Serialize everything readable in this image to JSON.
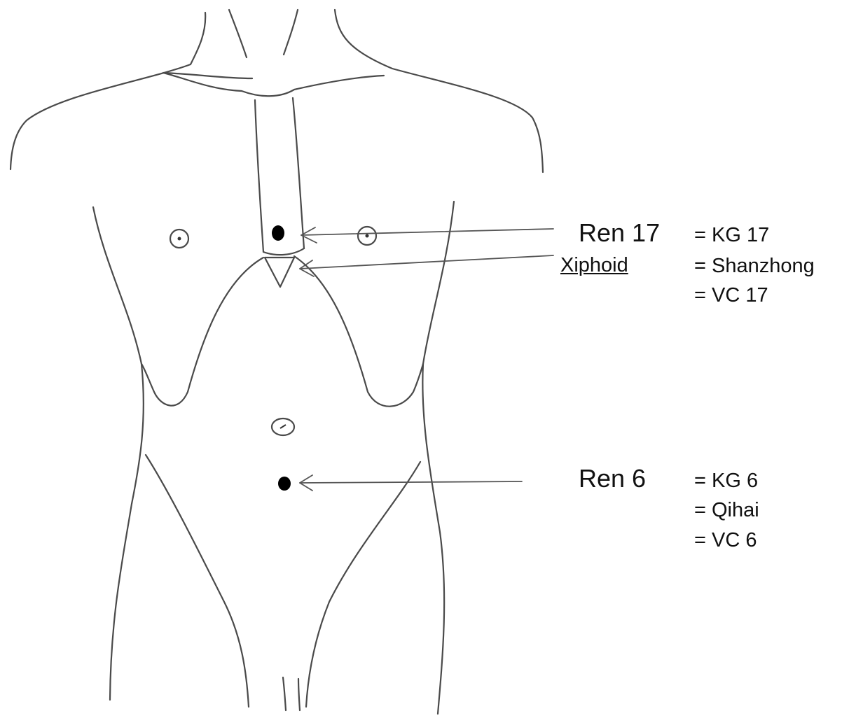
{
  "labels": {
    "ren17": "Ren 17",
    "xiphoid": "Xiphoid",
    "ren17_aliases": [
      "= KG 17",
      "= Shanzhong",
      "= VC 17"
    ],
    "ren6": "Ren 6",
    "ren6_aliases": [
      "= KG 6",
      "= Qihai",
      "= VC 6"
    ]
  },
  "colors": {
    "ink": "#111111",
    "line": "#4a4a4a",
    "point": "#000000"
  }
}
